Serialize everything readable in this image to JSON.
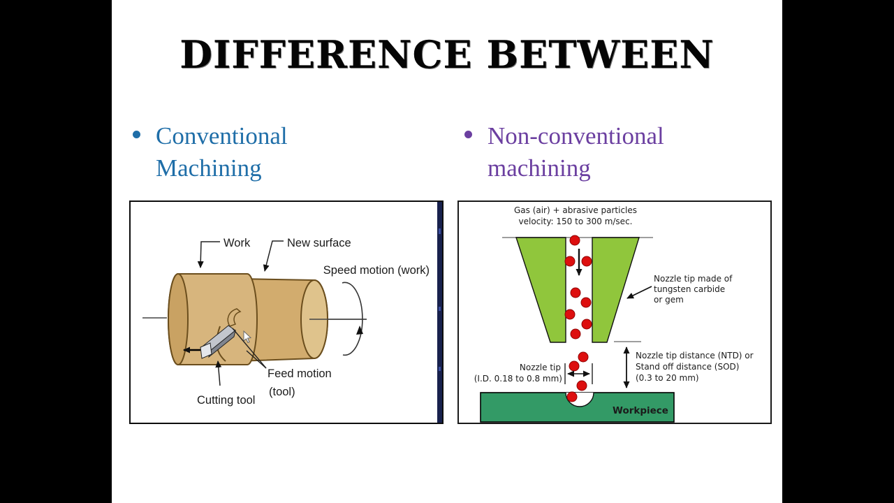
{
  "slide": {
    "title": "DIFFERENCE BETWEEN",
    "bullets": {
      "left": {
        "line1": "Conventional",
        "line2": "Machining"
      },
      "right": {
        "line1": "Non-conventional",
        "line2": "machining"
      }
    },
    "left_diagram": {
      "work": "Work",
      "new_surface": "New surface",
      "speed_motion": "Speed motion (work)",
      "feed_motion_line1": "Feed motion",
      "feed_motion_line2": "(tool)",
      "cutting_tool": "Cutting tool"
    },
    "right_diagram": {
      "gas_line1": "Gas (air) + abrasive particles",
      "gas_line2": "velocity: 150 to 300 m/sec.",
      "nozzle_tip_line1": "Nozzle tip made of",
      "nozzle_tip_line2": "tungsten carbide",
      "nozzle_tip_line3": "or gem",
      "ntd_line1": "Nozzle tip distance (NTD) or",
      "ntd_line2": "Stand off distance (SOD)",
      "ntd_line3": "(0.3 to 20 mm)",
      "tip_id_line1": "Nozzle tip",
      "tip_id_line2": "(I.D. 0.18 to 0.8 mm)",
      "workpiece": "Workpiece"
    },
    "colors": {
      "left_accent": "#1f6ea8",
      "right_accent": "#6b3fa0",
      "nozzle_green": "#90c63c",
      "workpiece_green": "#339a66",
      "particle_red": "#dd0f0f",
      "cylinder_tan": "#d7b57d"
    }
  }
}
